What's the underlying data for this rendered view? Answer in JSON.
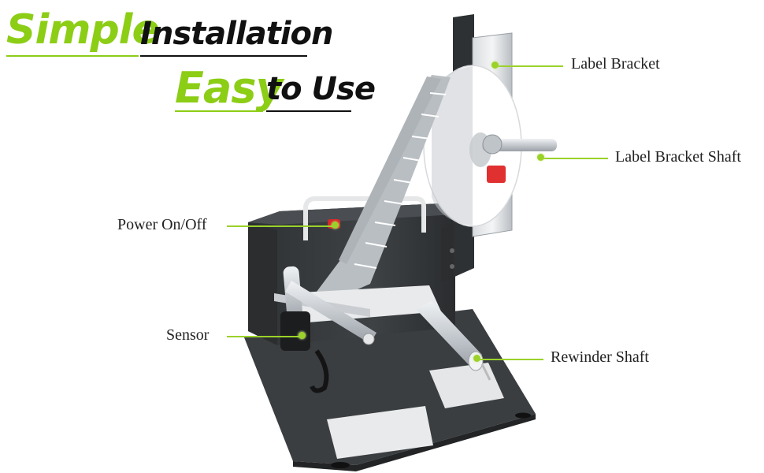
{
  "header": {
    "line1_accent": "Simple",
    "line1_text": "Installation",
    "line2_accent": "Easy",
    "line2_text": "to Use"
  },
  "colors": {
    "accent_green": "#9bd22a",
    "header_dark": "#111111",
    "machine_body": "#3a3d40"
  },
  "callouts": {
    "label_bracket": "Label Bracket",
    "label_bracket_shaft": "Label Bracket Shaft",
    "power": "Power On/Off",
    "sensor": "Sensor",
    "rewinder_shaft": "Rewinder Shaft"
  },
  "icons": [
    "label-dispenser-machine"
  ]
}
